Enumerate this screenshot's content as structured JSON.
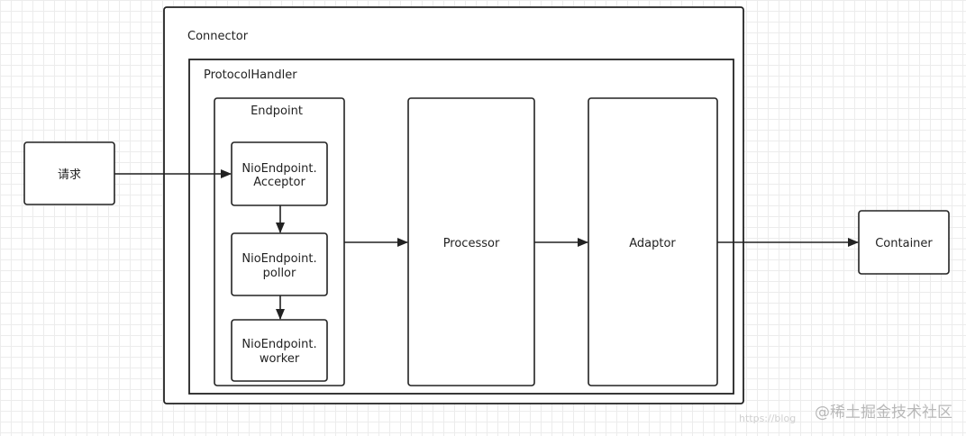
{
  "diagram": {
    "connector": "Connector",
    "protocol_handler": "ProtocolHandler",
    "endpoint": "Endpoint",
    "acceptor": [
      "NioEndpoint.",
      "Acceptor"
    ],
    "poller": [
      "NioEndpoint.",
      "pollor"
    ],
    "worker": [
      "NioEndpoint.",
      "worker"
    ],
    "request": "请求",
    "processor": "Processor",
    "adaptor": "Adaptor",
    "container": "Container"
  },
  "watermark": {
    "text": "@稀土掘金技术社区",
    "url": "https://blog"
  }
}
